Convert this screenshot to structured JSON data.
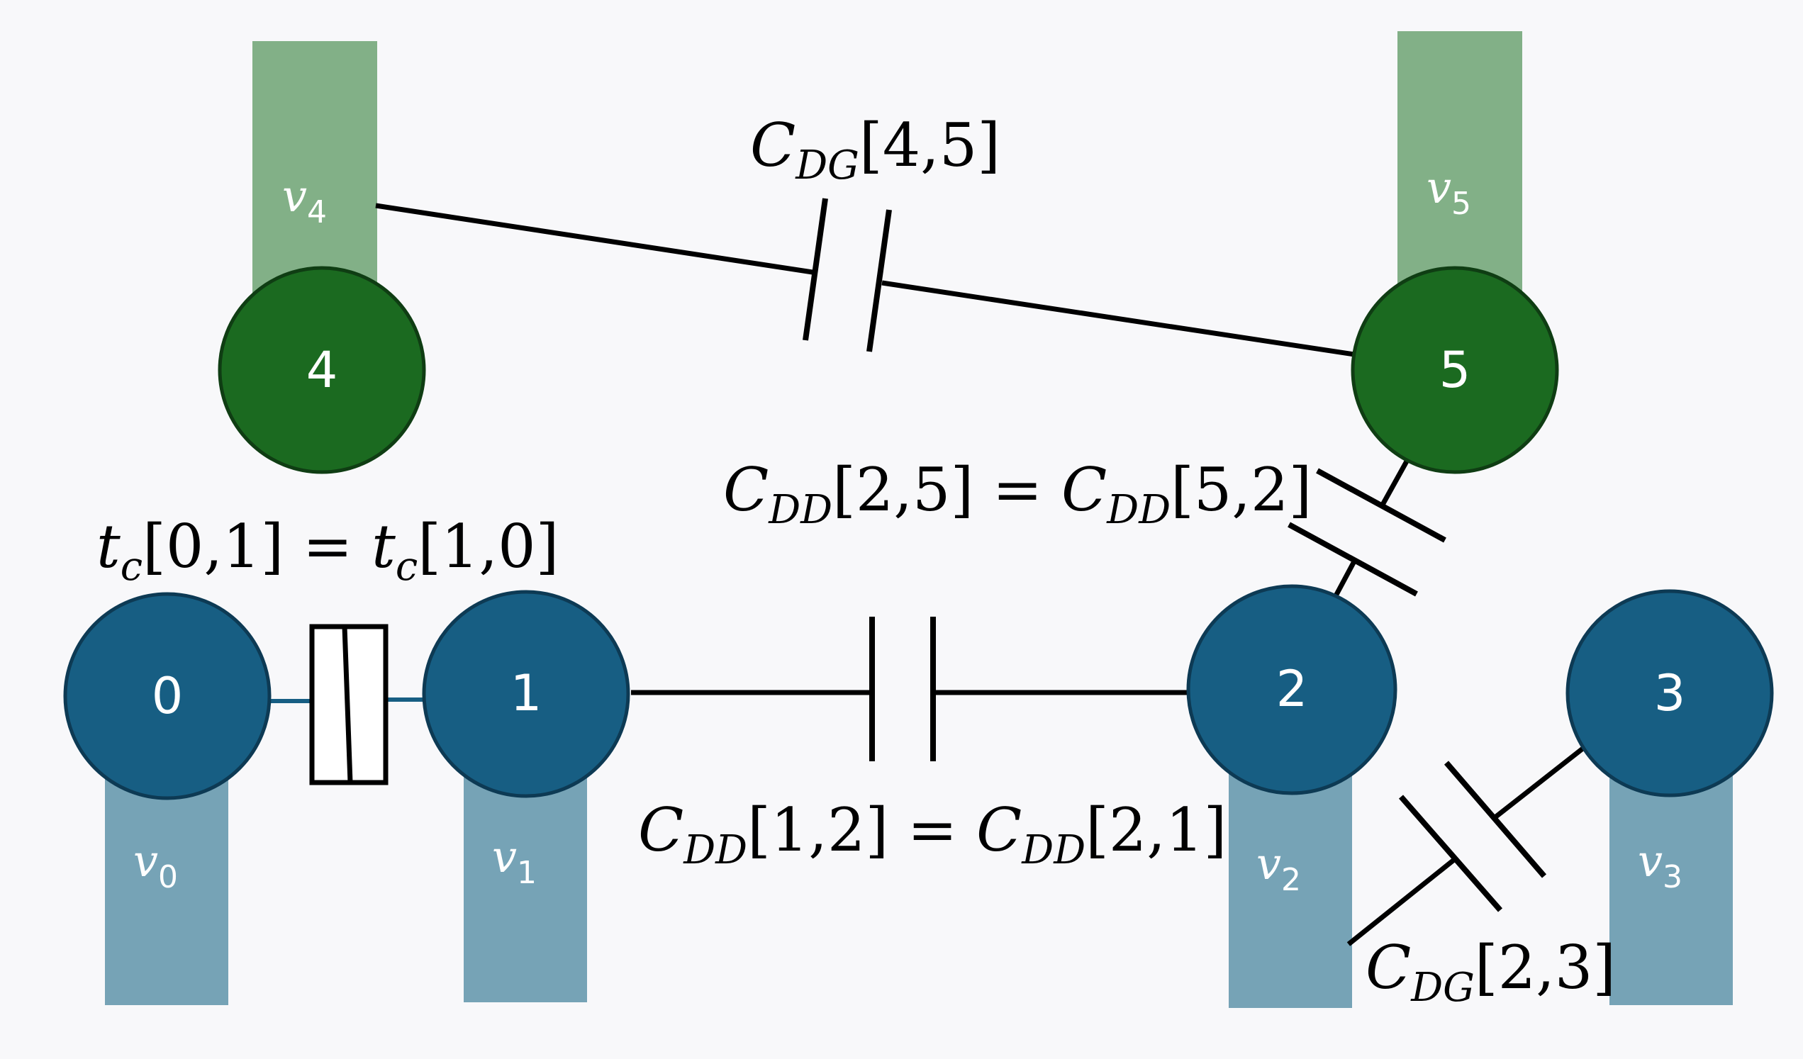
{
  "colors": {
    "dot_fill": "#175e83",
    "dot_stroke": "#0d3a54",
    "gate_dot_fill": "#1b6a20",
    "gate_dot_stroke": "#0f3d13",
    "dot_gate_bar": "#76a3b6",
    "gate_bar": "#82b087",
    "tunnel_wire": "#175e83"
  },
  "nodes": [
    {
      "id": "0",
      "label": "0",
      "kind": "dot"
    },
    {
      "id": "1",
      "label": "1",
      "kind": "dot"
    },
    {
      "id": "2",
      "label": "2",
      "kind": "dot"
    },
    {
      "id": "3",
      "label": "3",
      "kind": "dot"
    },
    {
      "id": "4",
      "label": "4",
      "kind": "gate"
    },
    {
      "id": "5",
      "label": "5",
      "kind": "gate"
    }
  ],
  "gates": [
    {
      "var": "v",
      "sub": "0"
    },
    {
      "var": "v",
      "sub": "1"
    },
    {
      "var": "v",
      "sub": "2"
    },
    {
      "var": "v",
      "sub": "3"
    },
    {
      "var": "v",
      "sub": "4"
    },
    {
      "var": "v",
      "sub": "5"
    }
  ],
  "labels": {
    "tc": {
      "lhs_var": "t",
      "lhs_sub": "c",
      "lhs_idx": "[0,1]",
      "eq": " = ",
      "rhs_var": "t",
      "rhs_sub": "c",
      "rhs_idx": "[1,0]"
    },
    "cdd12": {
      "lhs_var": "C",
      "lhs_sub": "DD",
      "lhs_idx": "[1,2]",
      "eq": " = ",
      "rhs_var": "C",
      "rhs_sub": "DD",
      "rhs_idx": "[2,1]"
    },
    "cdd25": {
      "lhs_var": "C",
      "lhs_sub": "DD",
      "lhs_idx": "[2,5]",
      "eq": " = ",
      "rhs_var": "C",
      "rhs_sub": "DD",
      "rhs_idx": "[5,2]"
    },
    "cdg45": {
      "var": "C",
      "sub": "DG",
      "idx": "[4,5]"
    },
    "cdg23": {
      "var": "C",
      "sub": "DG",
      "idx": "[2,3]"
    }
  }
}
